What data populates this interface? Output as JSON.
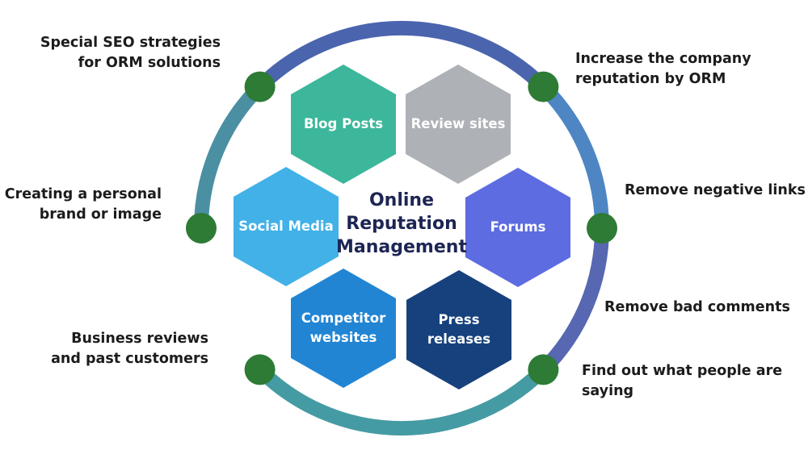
{
  "title": "Online\nReputation\nManagement",
  "hexagons": [
    {
      "id": "blog-posts",
      "label": "Blog Posts",
      "color": "#3cb79b"
    },
    {
      "id": "review-sites",
      "label": "Review sites",
      "color": "#aeb2b7"
    },
    {
      "id": "social-media",
      "label": "Social Media",
      "color": "#42b1e8"
    },
    {
      "id": "forums",
      "label": "Forums",
      "color": "#5d6ce0"
    },
    {
      "id": "competitor-websites",
      "label": "Competitor\nwebsites",
      "color": "#2185d3"
    },
    {
      "id": "press-releases",
      "label": "Press releases",
      "color": "#16417d"
    }
  ],
  "ring": {
    "dot_color": "#2d7b35",
    "segments": [
      {
        "name": "top-arc",
        "color": "#4a64ae"
      },
      {
        "name": "upper-right-arc",
        "color": "#4d86c3"
      },
      {
        "name": "lower-right-arc",
        "color": "#5767b1"
      },
      {
        "name": "bottom-arc",
        "color": "#459ba3"
      },
      {
        "name": "upper-left-arc",
        "color": "#4a8fa2"
      }
    ]
  },
  "callouts": [
    {
      "id": "special-seo",
      "text": "Special SEO strategies\nfor ORM solutions"
    },
    {
      "id": "increase-company",
      "text": "Increase the company\nreputation by ORM"
    },
    {
      "id": "creating-personal",
      "text": "Creating a personal\nbrand or image"
    },
    {
      "id": "remove-negative",
      "text": "Remove negative links"
    },
    {
      "id": "remove-bad",
      "text": "Remove bad comments"
    },
    {
      "id": "business-reviews",
      "text": "Business reviews\nand past customers"
    },
    {
      "id": "find-out",
      "text": "Find out what people are saying"
    }
  ]
}
